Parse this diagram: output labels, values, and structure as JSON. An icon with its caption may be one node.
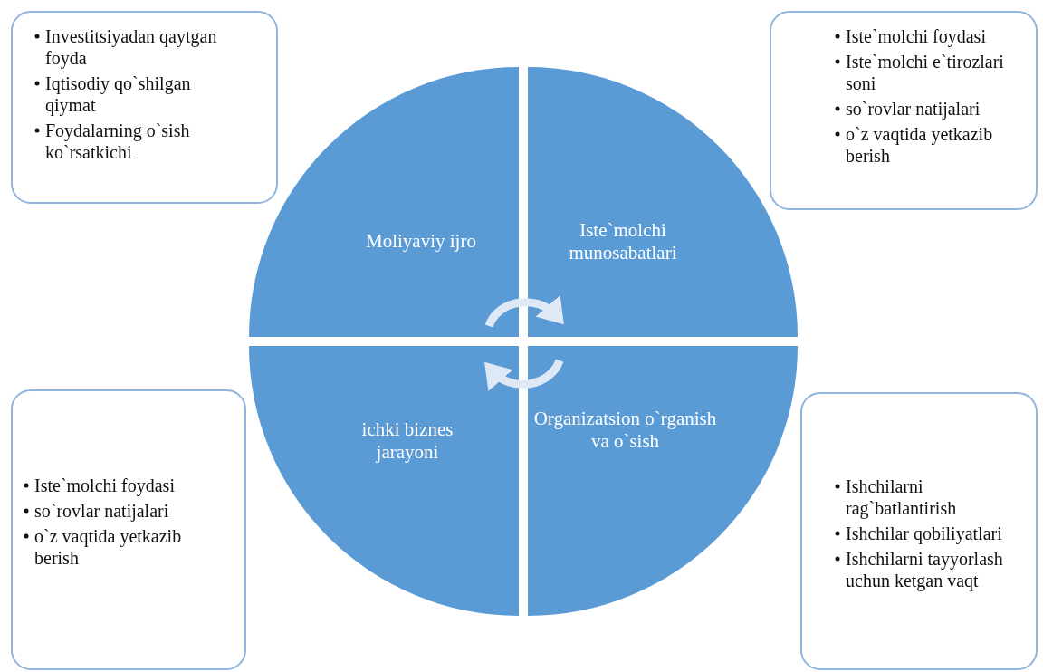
{
  "diagram": {
    "nodes": [
      {
        "text": [
          "Investitsiyadan qaytgan foyda",
          "Iqtisodiy qo`shilgan qiymat",
          "Foydalarning o`sish ko`rsatkichi"
        ]
      },
      {
        "text": [
          "Iste`molchi foydasi",
          "Iste`molchi e`tirozlari soni",
          "so`rovlar natijalari",
          "o`z vaqtida yetkazib berish"
        ]
      },
      {
        "text": [
          "Moliyaviy ijro"
        ]
      },
      {
        "text": [
          "Iste`molchi munosabatlari"
        ]
      },
      {
        "text": [
          "ichki biznes jarayoni"
        ]
      },
      {
        "text": [
          "Organizatsion o`rganish va o`sish"
        ]
      },
      {
        "text": [
          "Iste`molchi foydasi",
          "so`rovlar natijalari",
          "o`z vaqtida yetkazib berish"
        ]
      },
      {
        "text": [
          "Ishchilarni rag`batlantirish",
          "Ishchilar qobiliyatlari",
          "Ishchilarni tayyorlash uchun ketgan vaqt"
        ]
      }
    ],
    "edges": [
      {
        "from": 2,
        "to": 3,
        "arrow": "to"
      },
      {
        "from": 5,
        "to": 4,
        "arrow": "to"
      }
    ]
  }
}
